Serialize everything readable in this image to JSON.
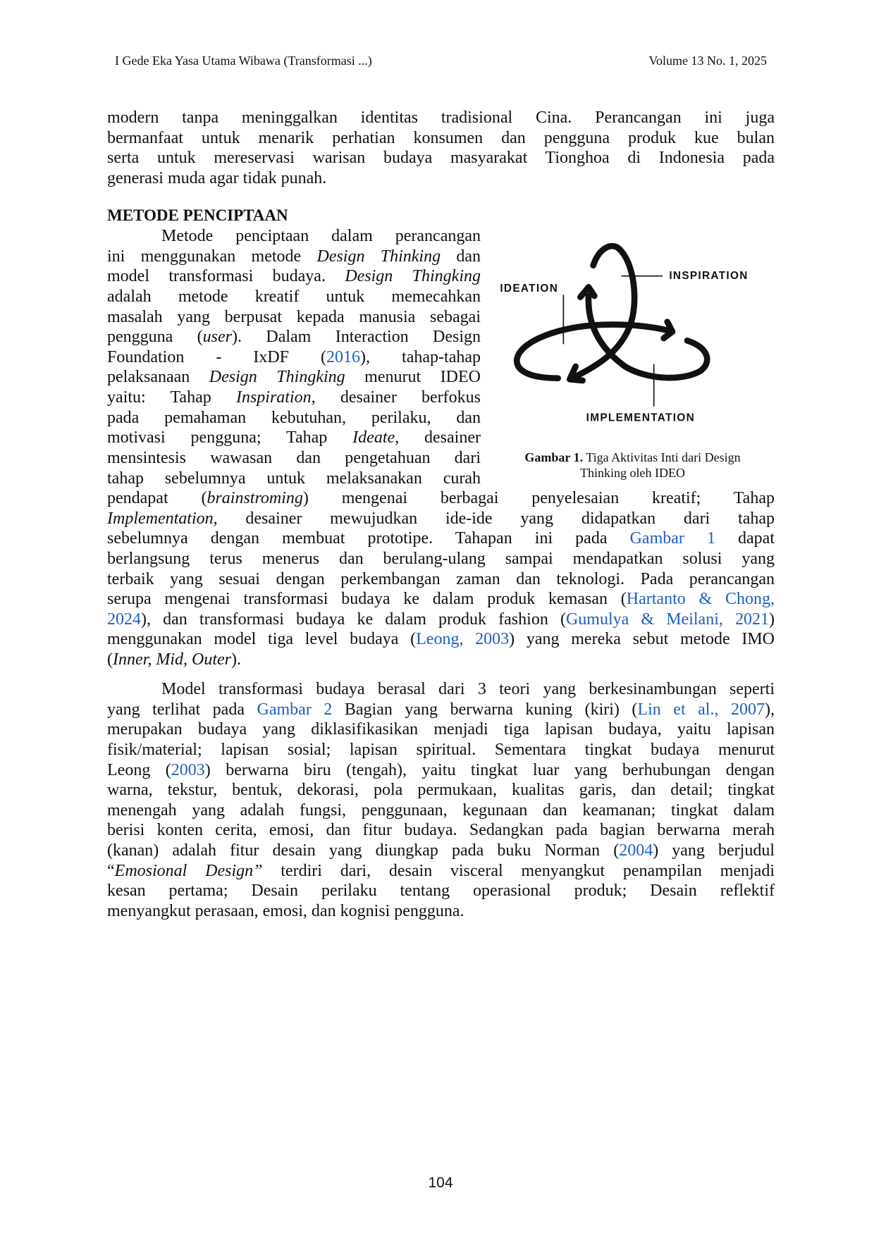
{
  "header": {
    "left": "I Gede Eka Yasa Utama Wibawa (Transformasi ...)",
    "right": "Volume 13 No. 1, 2025"
  },
  "paragraph1": [
    {
      "j": 1,
      "seg": [
        {
          "t": "modern tanpa meninggalkan identitas tradisional Cina. Perancangan ini juga"
        }
      ]
    },
    {
      "j": 1,
      "seg": [
        {
          "t": "bermanfaat untuk menarik perhatian konsumen dan pengguna produk kue bulan"
        }
      ]
    },
    {
      "j": 1,
      "seg": [
        {
          "t": "serta untuk mereservasi warisan budaya masyarakat Tionghoa di Indonesia pada"
        }
      ]
    },
    {
      "j": 0,
      "seg": [
        {
          "t": "generasi muda agar tidak punah."
        }
      ]
    }
  ],
  "section_heading": "METODE PENCIPTAAN",
  "column_lines": [
    {
      "j": 1,
      "ind": 1,
      "seg": [
        {
          "t": "Metode penciptaan dalam perancangan"
        }
      ]
    },
    {
      "j": 1,
      "seg": [
        {
          "t": "ini menggunakan metode "
        },
        {
          "t": "Design Thinking",
          "s": "i"
        },
        {
          "t": " dan"
        }
      ]
    },
    {
      "j": 1,
      "seg": [
        {
          "t": "model transformasi budaya. "
        },
        {
          "t": "Design Thingking",
          "s": "i"
        }
      ]
    },
    {
      "j": 1,
      "seg": [
        {
          "t": "adalah metode kreatif untuk memecahkan"
        }
      ]
    },
    {
      "j": 1,
      "seg": [
        {
          "t": "masalah yang berpusat kepada manusia sebagai"
        }
      ]
    },
    {
      "j": 1,
      "seg": [
        {
          "t": "pengguna ("
        },
        {
          "t": "user",
          "s": "i"
        },
        {
          "t": "). Dalam Interaction Design"
        }
      ]
    },
    {
      "j": 1,
      "seg": [
        {
          "t": "Foundation - IxDF ("
        },
        {
          "t": "2016",
          "s": "l"
        },
        {
          "t": "), tahap-tahap"
        }
      ]
    },
    {
      "j": 1,
      "seg": [
        {
          "t": "pelaksanaan "
        },
        {
          "t": "Design Thingking",
          "s": "i"
        },
        {
          "t": " menurut IDEO"
        }
      ]
    },
    {
      "j": 1,
      "seg": [
        {
          "t": "yaitu: Tahap "
        },
        {
          "t": "Inspiration,",
          "s": "i"
        },
        {
          "t": " desainer berfokus"
        }
      ]
    },
    {
      "j": 1,
      "seg": [
        {
          "t": "pada pemahaman kebutuhan, perilaku, dan"
        }
      ]
    },
    {
      "j": 1,
      "seg": [
        {
          "t": "motivasi pengguna; Tahap "
        },
        {
          "t": "Ideate",
          "s": "i"
        },
        {
          "t": ", desainer"
        }
      ]
    },
    {
      "j": 1,
      "seg": [
        {
          "t": "mensintesis wawasan dan pengetahuan dari"
        }
      ]
    },
    {
      "j": 1,
      "seg": [
        {
          "t": "tahap sebelumnya untuk melaksanakan curah"
        }
      ]
    }
  ],
  "full_lines": [
    {
      "j": 1,
      "seg": [
        {
          "t": "pendapat ("
        },
        {
          "t": "brainstroming",
          "s": "i"
        },
        {
          "t": ") mengenai berbagai penyelesaian kreatif; Tahap"
        }
      ]
    },
    {
      "j": 1,
      "seg": [
        {
          "t": "Implementation",
          "s": "i"
        },
        {
          "t": ", desainer mewujudkan ide-ide yang didapatkan dari tahap"
        }
      ]
    },
    {
      "j": 1,
      "seg": [
        {
          "t": "sebelumnya dengan membuat prototipe. Tahapan ini pada "
        },
        {
          "t": "Gambar 1",
          "s": "l"
        },
        {
          "t": " dapat"
        }
      ]
    },
    {
      "j": 1,
      "seg": [
        {
          "t": "berlangsung terus menerus dan berulang-ulang sampai mendapatkan solusi yang"
        }
      ]
    },
    {
      "j": 1,
      "seg": [
        {
          "t": "terbaik yang sesuai dengan perkembangan zaman dan teknologi. Pada perancangan"
        }
      ]
    },
    {
      "j": 1,
      "seg": [
        {
          "t": "serupa mengenai transformasi budaya ke dalam produk kemasan ("
        },
        {
          "t": "Hartanto & Chong,",
          "s": "l"
        }
      ]
    },
    {
      "j": 1,
      "seg": [
        {
          "t": "2024",
          "s": "l"
        },
        {
          "t": "), dan transformasi budaya ke dalam produk fashion ("
        },
        {
          "t": "Gumulya & Meilani, 2021",
          "s": "l"
        },
        {
          "t": ")"
        }
      ]
    },
    {
      "j": 1,
      "seg": [
        {
          "t": "menggunakan model tiga level budaya ("
        },
        {
          "t": "Leong, 2003",
          "s": "l"
        },
        {
          "t": ") yang mereka sebut metode IMO"
        }
      ]
    },
    {
      "j": 0,
      "seg": [
        {
          "t": "("
        },
        {
          "t": "Inner, Mid, Outer",
          "s": "i"
        },
        {
          "t": ")."
        }
      ]
    }
  ],
  "paragraph3": [
    {
      "j": 1,
      "ind": 1,
      "seg": [
        {
          "t": "Model transformasi budaya berasal dari 3 teori yang berkesinambungan seperti"
        }
      ]
    },
    {
      "j": 1,
      "seg": [
        {
          "t": "yang terlihat pada "
        },
        {
          "t": "Gambar 2",
          "s": "l"
        },
        {
          "t": " Bagian yang berwarna kuning (kiri) ("
        },
        {
          "t": "Lin et al., 2007",
          "s": "l"
        },
        {
          "t": "),"
        }
      ]
    },
    {
      "j": 1,
      "seg": [
        {
          "t": "merupakan budaya yang diklasifikasikan menjadi tiga lapisan budaya, yaitu lapisan"
        }
      ]
    },
    {
      "j": 1,
      "seg": [
        {
          "t": "fisik/material; lapisan sosial; lapisan spiritual. Sementara tingkat budaya menurut"
        }
      ]
    },
    {
      "j": 1,
      "seg": [
        {
          "t": "Leong ("
        },
        {
          "t": "2003",
          "s": "l"
        },
        {
          "t": ") berwarna biru (tengah), yaitu tingkat luar yang berhubungan dengan"
        }
      ]
    },
    {
      "j": 1,
      "seg": [
        {
          "t": "warna, tekstur, bentuk, dekorasi, pola permukaan, kualitas garis, dan detail; tingkat"
        }
      ]
    },
    {
      "j": 1,
      "seg": [
        {
          "t": "menengah yang adalah fungsi, penggunaan, kegunaan dan keamanan; tingkat dalam"
        }
      ]
    },
    {
      "j": 1,
      "seg": [
        {
          "t": "berisi konten cerita, emosi, dan fitur budaya. Sedangkan pada bagian berwarna merah"
        }
      ]
    },
    {
      "j": 1,
      "seg": [
        {
          "t": "(kanan) adalah fitur desain yang diungkap pada buku Norman ("
        },
        {
          "t": "2004",
          "s": "l"
        },
        {
          "t": ") yang berjudul"
        }
      ]
    },
    {
      "j": 1,
      "seg": [
        {
          "t": "“"
        },
        {
          "t": "Emosional Design”",
          "s": "i"
        },
        {
          "t": " terdiri dari, desain visceral menyangkut penampilan menjadi"
        }
      ]
    },
    {
      "j": 1,
      "seg": [
        {
          "t": "kesan pertama; Desain perilaku tentang operasional produk; Desain reflektif"
        }
      ]
    },
    {
      "j": 0,
      "seg": [
        {
          "t": "menyangkut perasaan, emosi, dan kognisi pengguna."
        }
      ]
    }
  ],
  "figure": {
    "labels": {
      "ideation": "IDEATION",
      "inspiration": "INSPIRATION",
      "implementation": "IMPLEMENTATION"
    },
    "caption_bold": "Gambar 1.",
    "caption_line1": " Tiga Aktivitas Inti dari Design",
    "caption_line2": "Thinking oleh IDEO"
  },
  "page_number": "104",
  "colors": {
    "link": "#1f5fbf",
    "text": "#111111"
  }
}
